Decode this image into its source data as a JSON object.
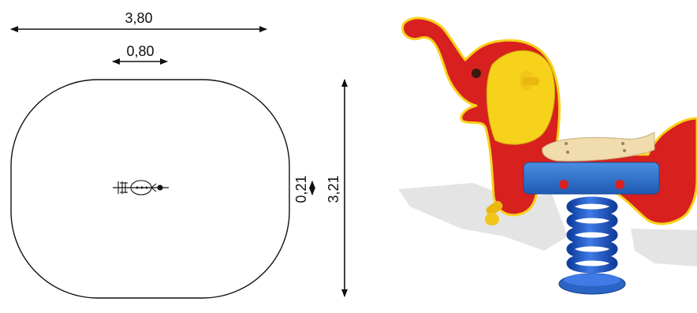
{
  "dimensions": {
    "width": "3,80",
    "seat_width": "0,80",
    "seat_height": "0,21",
    "length": "3,21"
  },
  "colors": {
    "line": "#111111",
    "elephant_red": "#d8201f",
    "ear_yellow": "#f7d21a",
    "seat_wood": "#f1dcae",
    "base_blue": "#2f73c8",
    "spring_blue": "#1a55c8",
    "shadow": "#e2e2e2"
  },
  "product": {
    "icon": "elephant-spring-rider-icon"
  }
}
